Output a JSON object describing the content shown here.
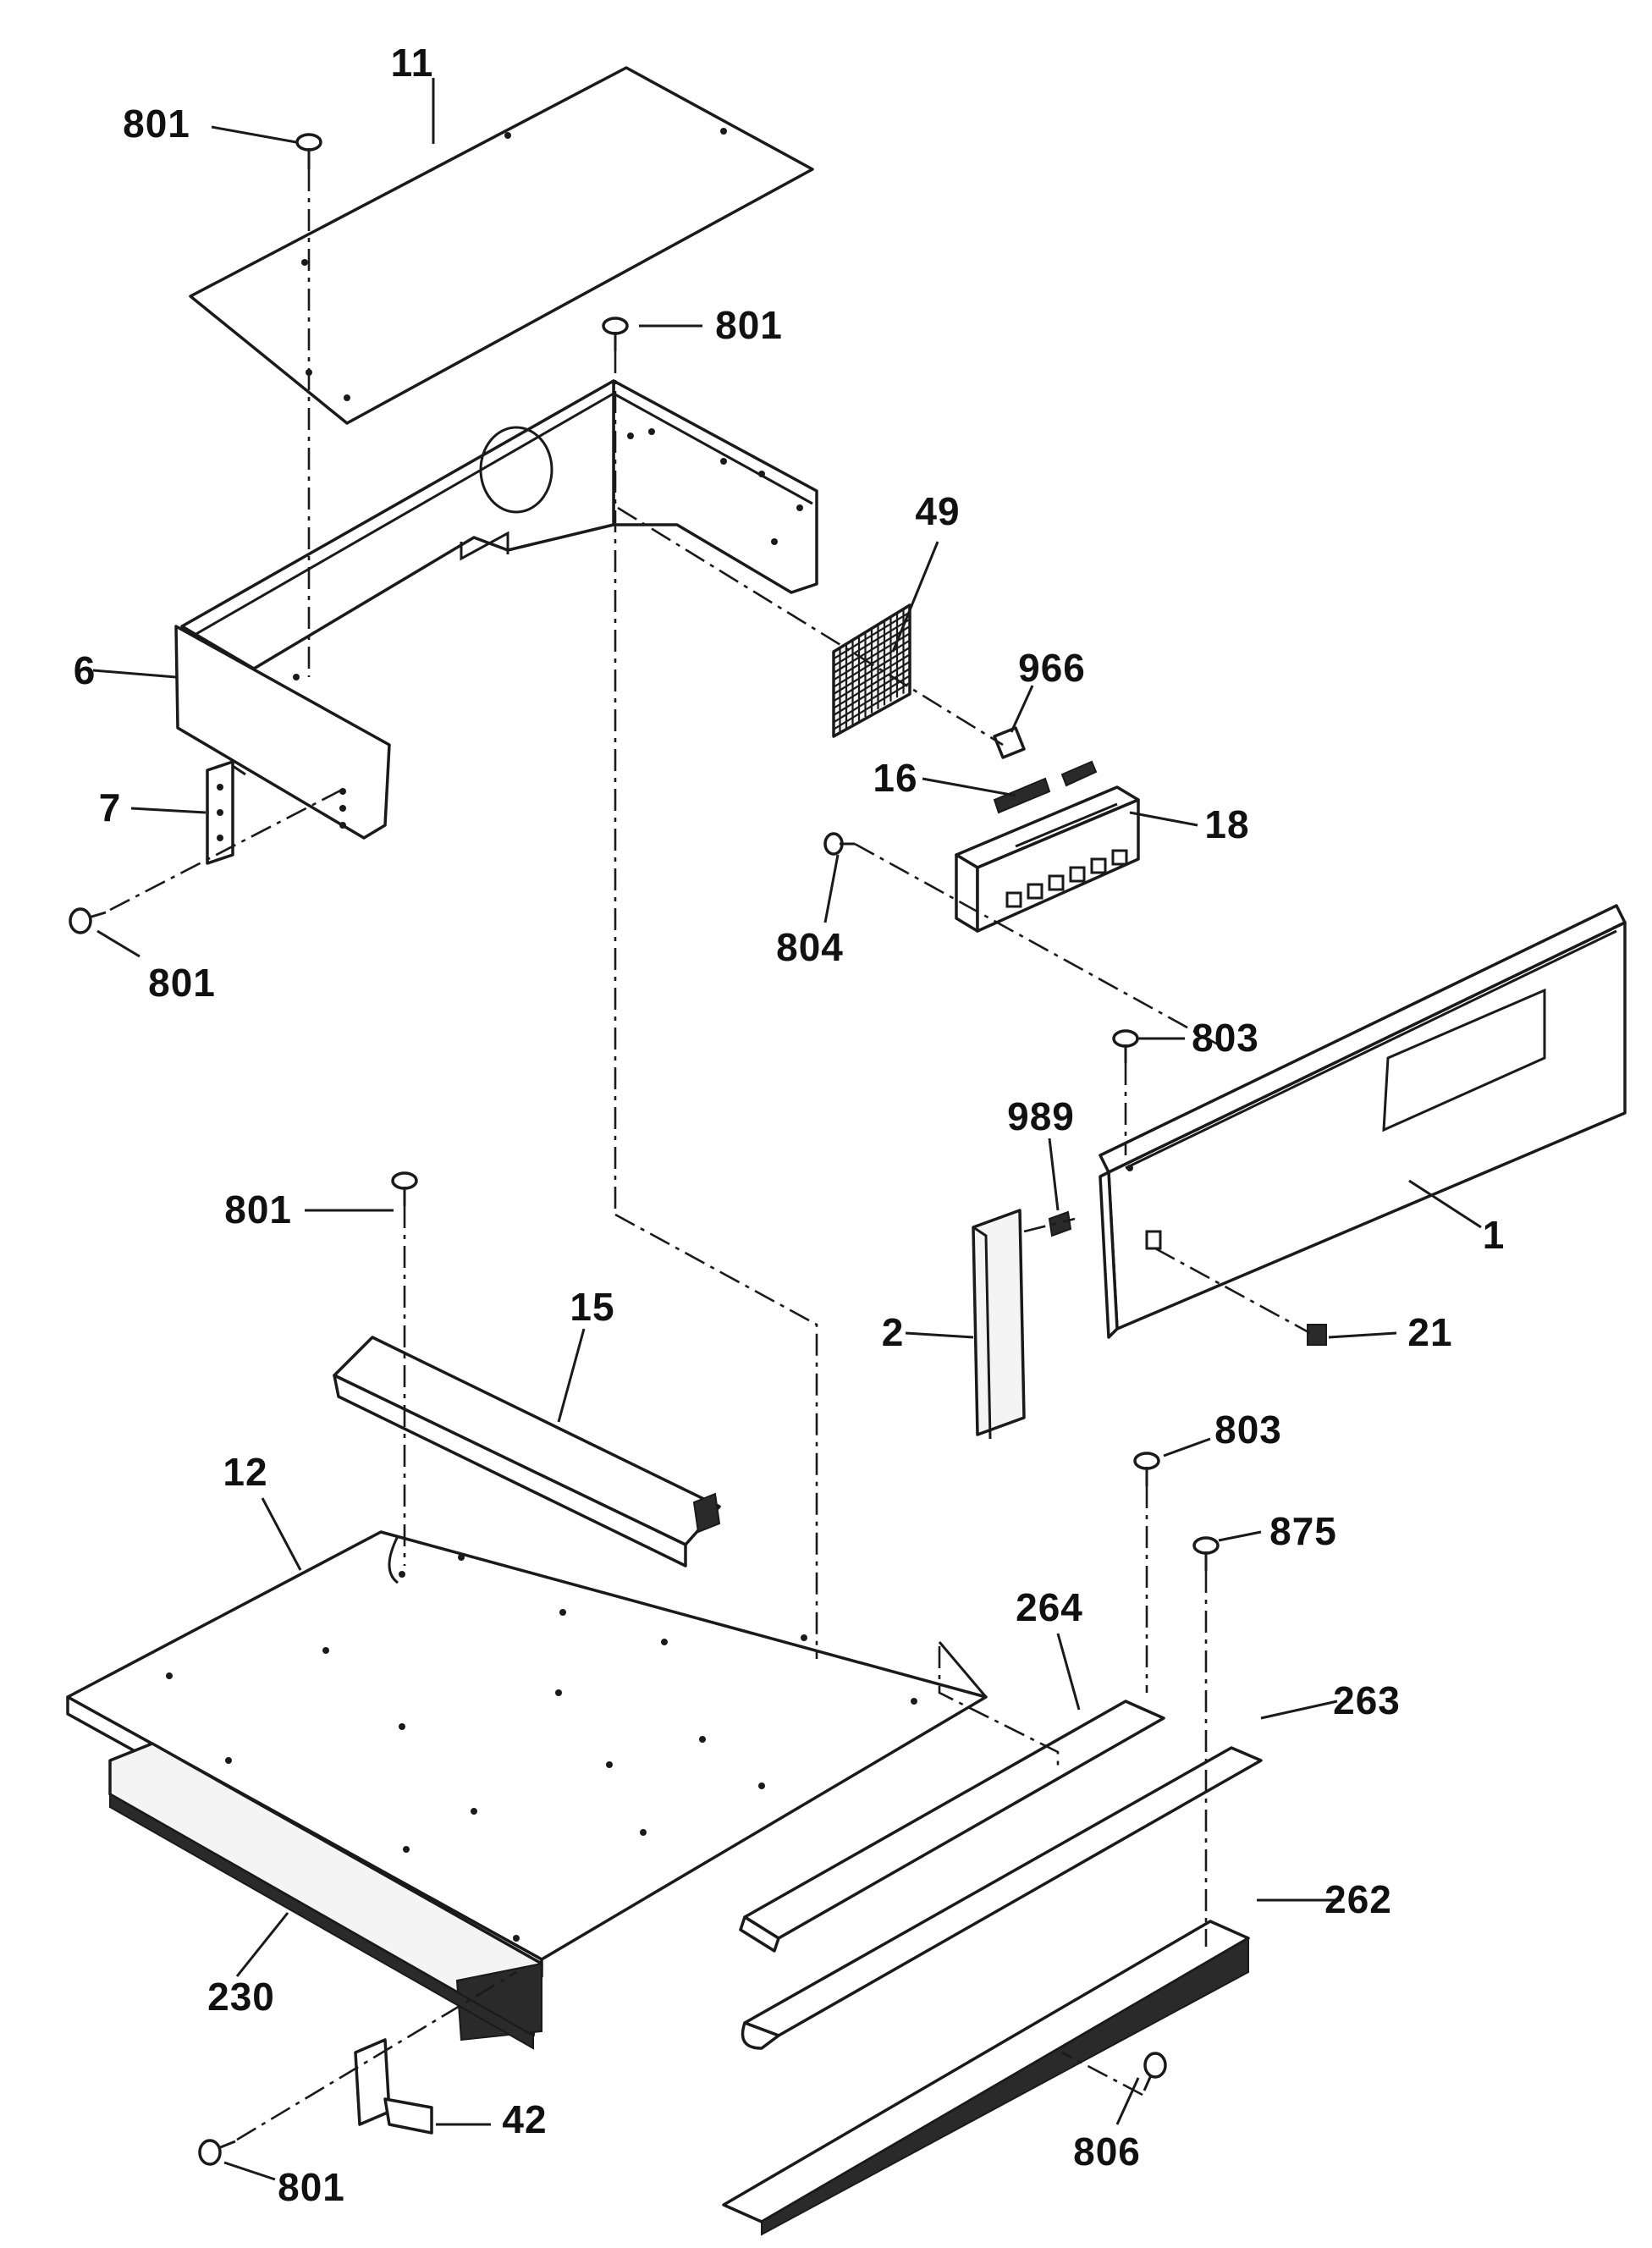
{
  "diagram": {
    "callouts": {
      "c1": "1",
      "c2": "2",
      "c6": "6",
      "c7": "7",
      "c11": "11",
      "c12": "12",
      "c15": "15",
      "c16": "16",
      "c18": "18",
      "c21": "21",
      "c42": "42",
      "c49": "49",
      "c230": "230",
      "c262": "262",
      "c263": "263",
      "c264": "264",
      "c801a": "801",
      "c801b": "801",
      "c801c": "801",
      "c801d": "801",
      "c801e": "801",
      "c803a": "803",
      "c803b": "803",
      "c804": "804",
      "c806": "806",
      "c875": "875",
      "c966": "966",
      "c989": "989"
    }
  }
}
